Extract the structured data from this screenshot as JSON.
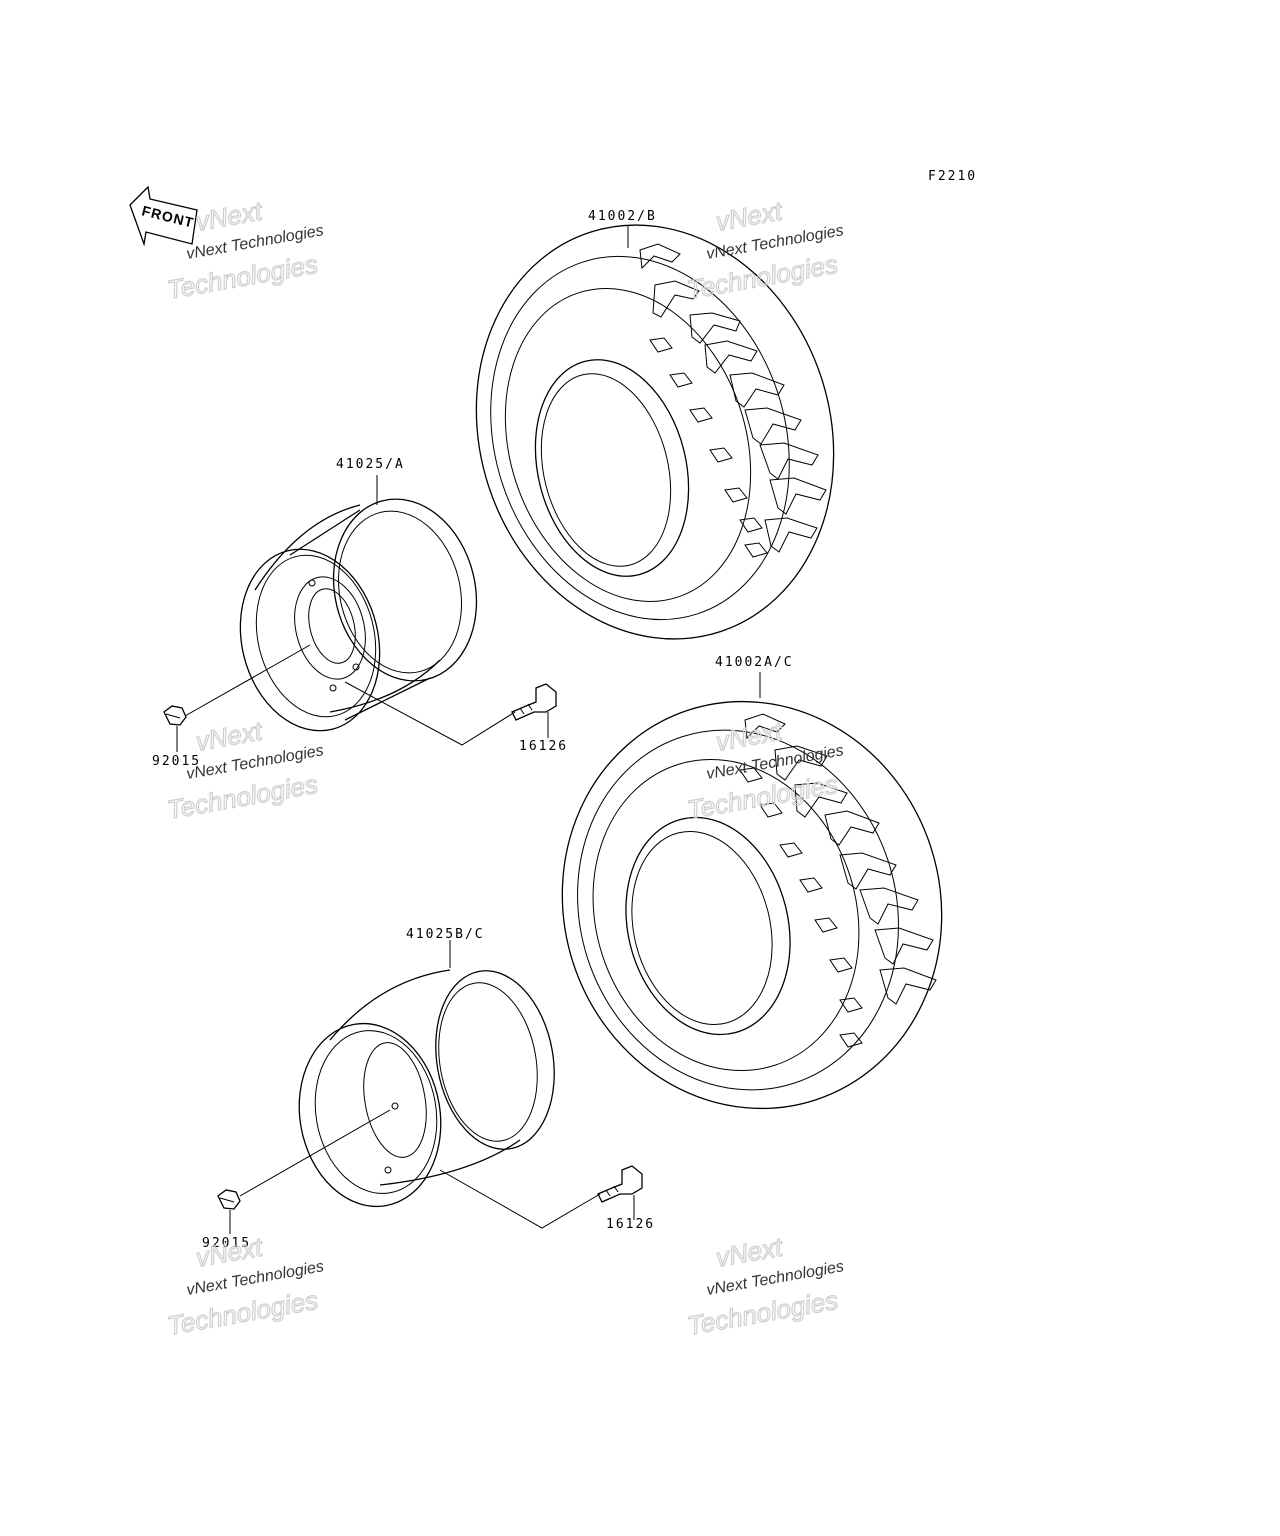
{
  "figure_code": "F2210",
  "front_label": "FRONT",
  "parts": {
    "tire_rear": "41002/B",
    "tire_front": "41002A/C",
    "wheel_upper": "41025/A",
    "wheel_lower": "41025B/C",
    "nut_upper": "92015",
    "nut_lower": "92015",
    "valve_upper": "16126",
    "valve_lower": "16126"
  },
  "watermark": {
    "line1": "vNext",
    "line2": "vNext Technologies",
    "line3": "Technologies"
  }
}
